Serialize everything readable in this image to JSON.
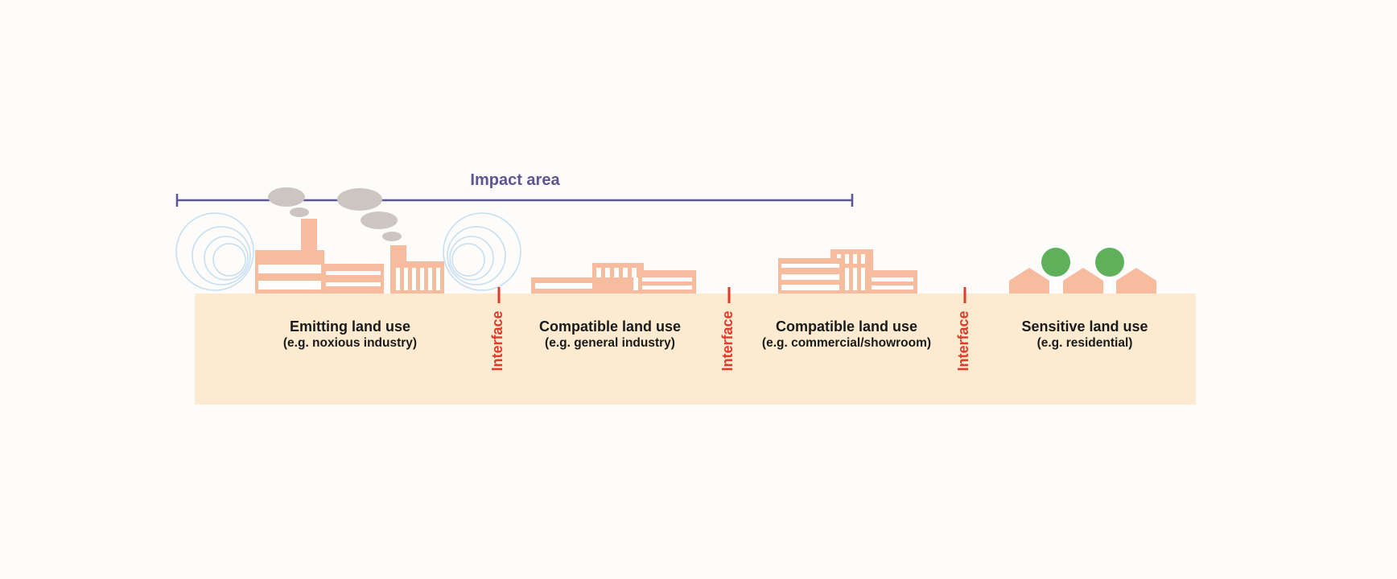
{
  "impact_area": {
    "label": "Impact area"
  },
  "zones": [
    {
      "title": "Emitting land use",
      "example": "(e.g. noxious industry)"
    },
    {
      "title": "Compatible land use",
      "example": "(e.g. general industry)"
    },
    {
      "title": "Compatible land use",
      "example": "(e.g. commercial/showroom)"
    },
    {
      "title": "Sensitive land use",
      "example": "(e.g. residential)"
    }
  ],
  "interfaces": [
    {
      "label": "Interface"
    },
    {
      "label": "Interface"
    },
    {
      "label": "Interface"
    }
  ],
  "colors": {
    "ground": "#fcebd0",
    "building": "#f7bb9e",
    "smoke": "#cdc5c1",
    "noise_rings": "#c6dff1",
    "interface": "#e03a2a",
    "impact": "#5d5694",
    "tree": "#5fb05a"
  }
}
